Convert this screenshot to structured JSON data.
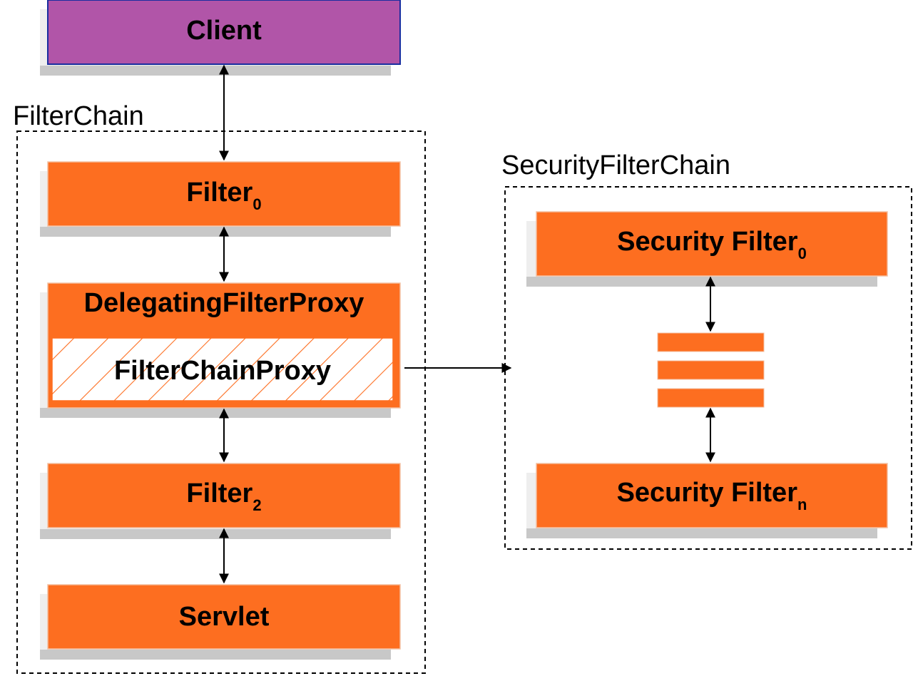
{
  "colors": {
    "client_fill": "#b155a8",
    "client_stroke": "#1a2ea0",
    "filter_fill": "#fd6e20",
    "filter_stroke": "#f3bfa0",
    "shadow": "#c8c8c8",
    "shadow_light": "#eeeeee",
    "hatch": "#fd6e20",
    "line": "#000000"
  },
  "client": {
    "label": "Client"
  },
  "filter_chain": {
    "title": "FilterChain",
    "filter0": {
      "label": "Filter",
      "sub": "0"
    },
    "delegating": {
      "label": "DelegatingFilterProxy"
    },
    "filter_chain_proxy": {
      "label": "FilterChainProxy"
    },
    "filter2": {
      "label": "Filter",
      "sub": "2"
    },
    "servlet": {
      "label": "Servlet"
    }
  },
  "security_filter_chain": {
    "title": "SecurityFilterChain",
    "security_filter0": {
      "label": "Security Filter",
      "sub": "0"
    },
    "security_filtern": {
      "label": "Security Filter",
      "sub": "n"
    }
  }
}
